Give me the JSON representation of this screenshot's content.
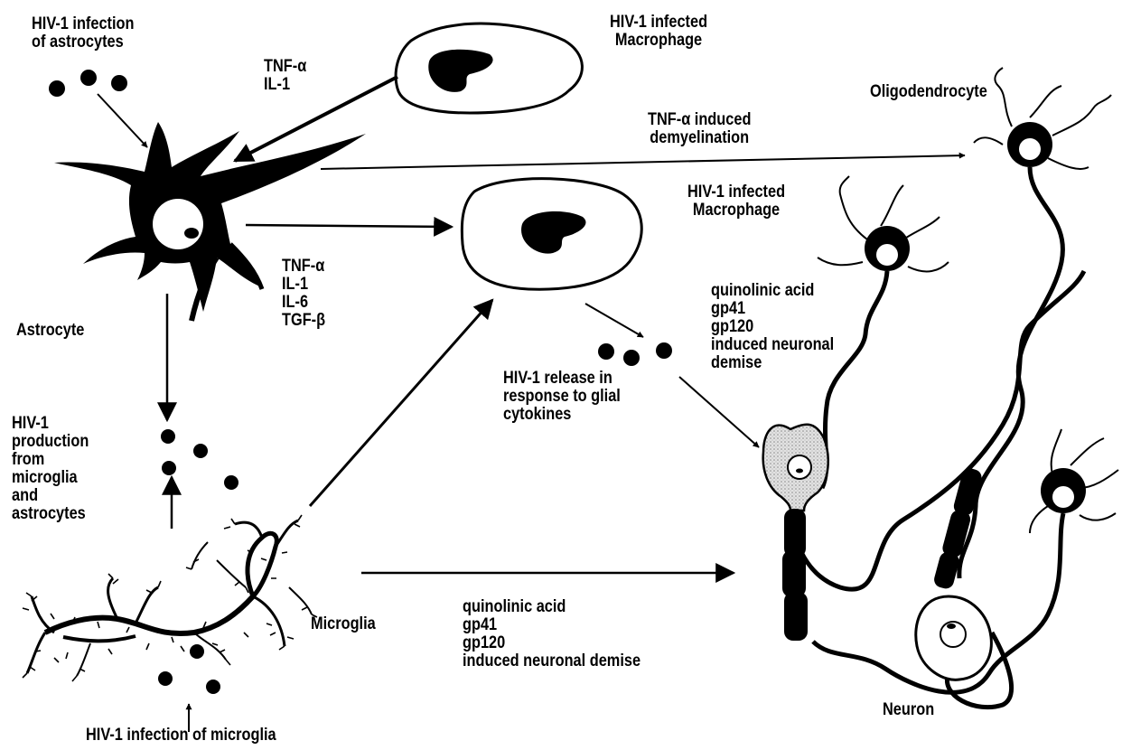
{
  "labels": {
    "hiv_astro_1": "HIV-1 infection",
    "hiv_astro_2": "of astrocytes",
    "tnf_top_1": "TNF-α",
    "tnf_top_2": "IL-1",
    "mac_top_1": "HIV-1 infected",
    "mac_top_2": "Macrophage",
    "oligodendrocyte": "Oligodendrocyte",
    "demyel_1": "TNF-α induced",
    "demyel_2": "demyelination",
    "mac_mid_1": "HIV-1 infected",
    "mac_mid_2": "Macrophage",
    "cyto_1": "TNF-α",
    "cyto_2": "IL-1",
    "cyto_3": "IL-6",
    "cyto_4": "TGF-β",
    "astrocyte": "Astrocyte",
    "quin_right_1": "quinolinic acid",
    "quin_right_2": "gp41",
    "quin_right_3": "gp120",
    "quin_right_4": "induced neuronal",
    "quin_right_5": "demise",
    "release_1": "HIV-1 release in",
    "release_2": "response to glial",
    "release_3": "cytokines",
    "prod_1": "HIV-1",
    "prod_2": "production",
    "prod_3": "from",
    "prod_4": "microglia",
    "prod_5": "and",
    "prod_6": "astrocytes",
    "microglia": "Microglia",
    "quin_bottom_1": "quinolinic acid",
    "quin_bottom_2": "gp41",
    "quin_bottom_3": "gp120",
    "quin_bottom_4": "induced neuronal demise",
    "neuron": "Neuron",
    "hiv_micro": "HIV-1 infection of microglia"
  }
}
